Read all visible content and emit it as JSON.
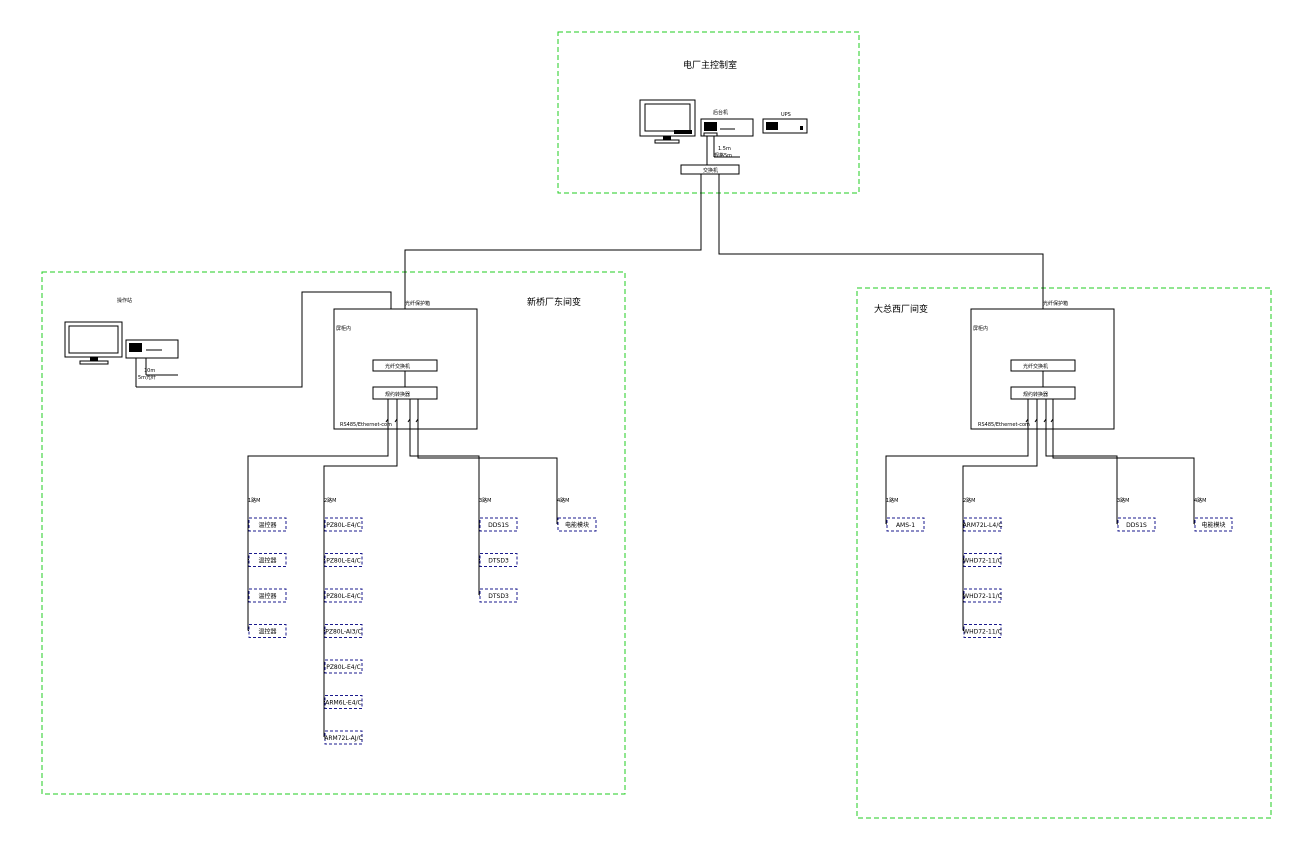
{
  "zones": {
    "control_room": {
      "title": "电厂主控制室"
    },
    "left_substation": {
      "title": "新桥厂东间变"
    },
    "right_substation": {
      "title": "大总西厂间变"
    }
  },
  "control_room": {
    "server_label": "后台机",
    "ups_label": "UPS",
    "cable_label": "1.5m",
    "link_label": "规格5m",
    "switch_label": "交换机"
  },
  "left_station": {
    "pc_label": "操作站",
    "cable_label": "10m",
    "link_label": "5m光纤",
    "cabinet_top_label": "光纤保护箱",
    "cabinet_label": "屏柜内",
    "optical_switch": "光纤交换机",
    "protocol_converter": "规约转换器",
    "bus_label": "RS485/Ethernet-com",
    "groups": [
      {
        "label": "1路M",
        "devices": [
          "温控器",
          "温控器",
          "温控器",
          "温控器"
        ]
      },
      {
        "label": "2路M",
        "devices": [
          "PZ80L-E4/C",
          "PZ80L-E4/C",
          "PZ80L-E4/C",
          "PZ80L-AI3/C",
          "PZ80L-E4/C",
          "ARM6L-E4/C",
          "ARM72L-AJ/C"
        ]
      },
      {
        "label": "3路M",
        "devices": [
          "DDS1S",
          "DTSD3",
          "DTSD3"
        ]
      },
      {
        "label": "4路M",
        "devices": [
          "电能模块"
        ]
      }
    ]
  },
  "right_station": {
    "cabinet_top_label": "光纤保护箱",
    "cabinet_label": "屏柜内",
    "optical_switch": "光纤交换机",
    "protocol_converter": "规约转换器",
    "bus_label": "RS485/Ethernet-com",
    "groups": [
      {
        "label": "1路M",
        "devices": [
          "AMS-1"
        ]
      },
      {
        "label": "2路M",
        "devices": [
          "ARM72L-L4/C",
          "WHD72-11/C",
          "WHD72-11/C",
          "WHD72-11/C"
        ]
      },
      {
        "label": "3路M",
        "devices": [
          "DDS1S"
        ]
      },
      {
        "label": "4路M",
        "devices": [
          "电能模块"
        ]
      }
    ]
  }
}
